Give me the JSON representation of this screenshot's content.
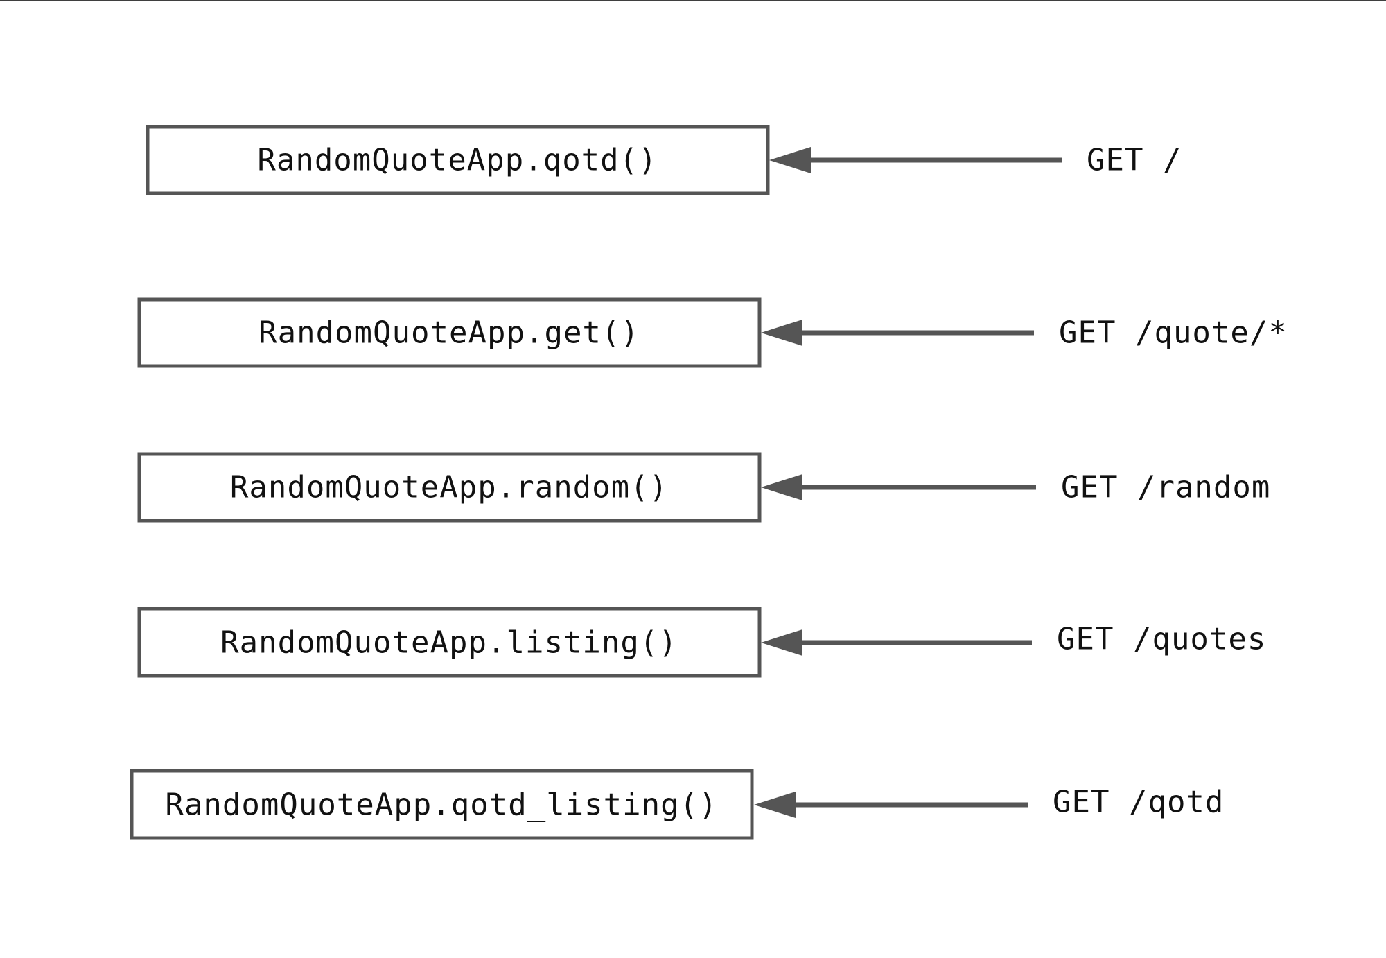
{
  "diagram": {
    "colors": {
      "stroke": "#555555",
      "text": "#111111",
      "background": "#ffffff"
    },
    "routes": [
      {
        "handler": "RandomQuoteApp.qotd()",
        "request": "GET /"
      },
      {
        "handler": "RandomQuoteApp.get()",
        "request": "GET /quote/*"
      },
      {
        "handler": "RandomQuoteApp.random()",
        "request": "GET /random"
      },
      {
        "handler": "RandomQuoteApp.listing()",
        "request": "GET /quotes"
      },
      {
        "handler": "RandomQuoteApp.qotd_listing()",
        "request": "GET /qotd"
      }
    ]
  }
}
